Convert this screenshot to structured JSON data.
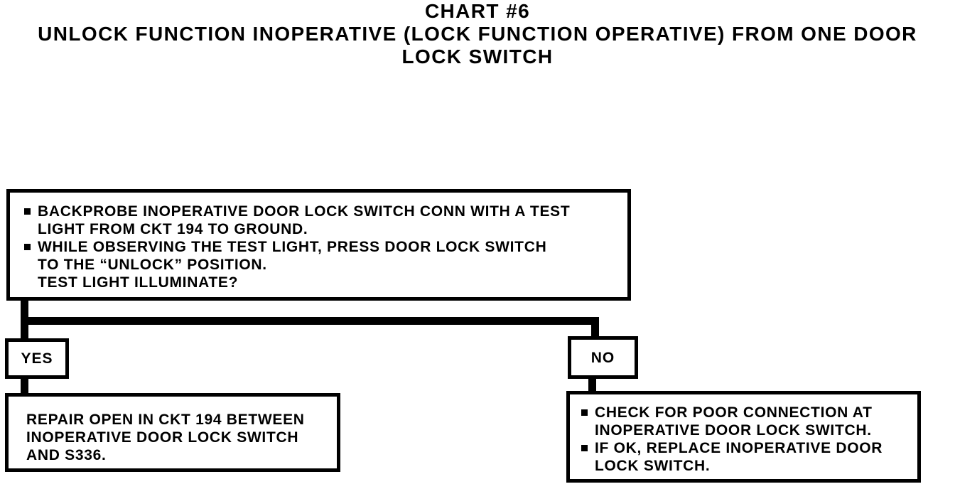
{
  "page": {
    "title": "CHART #6",
    "subtitle_line1": "UNLOCK FUNCTION INOPERATIVE (LOCK FUNCTION OPERATIVE) FROM ONE DOOR",
    "subtitle_line2": "LOCK SWITCH"
  },
  "flowchart": {
    "question_box": {
      "bullets": [
        "BACKPROBE INOPERATIVE DOOR LOCK SWITCH CONN WITH A TEST\nLIGHT FROM CKT 194 TO GROUND.",
        "WHILE OBSERVING THE TEST LIGHT, PRESS DOOR LOCK SWITCH\nTO THE “UNLOCK” POSITION."
      ],
      "question": "TEST LIGHT ILLUMINATE?"
    },
    "yes_branch": {
      "label": "YES",
      "action": "REPAIR OPEN IN CKT 194 BETWEEN\nINOPERATIVE DOOR LOCK SWITCH\nAND S336."
    },
    "no_branch": {
      "label": "NO",
      "actions": [
        "CHECK FOR POOR CONNECTION AT\nINOPERATIVE DOOR LOCK SWITCH.",
        "IF OK, REPLACE INOPERATIVE DOOR\nLOCK SWITCH."
      ]
    }
  },
  "colors": {
    "ink": "#000000",
    "paper": "#ffffff"
  }
}
